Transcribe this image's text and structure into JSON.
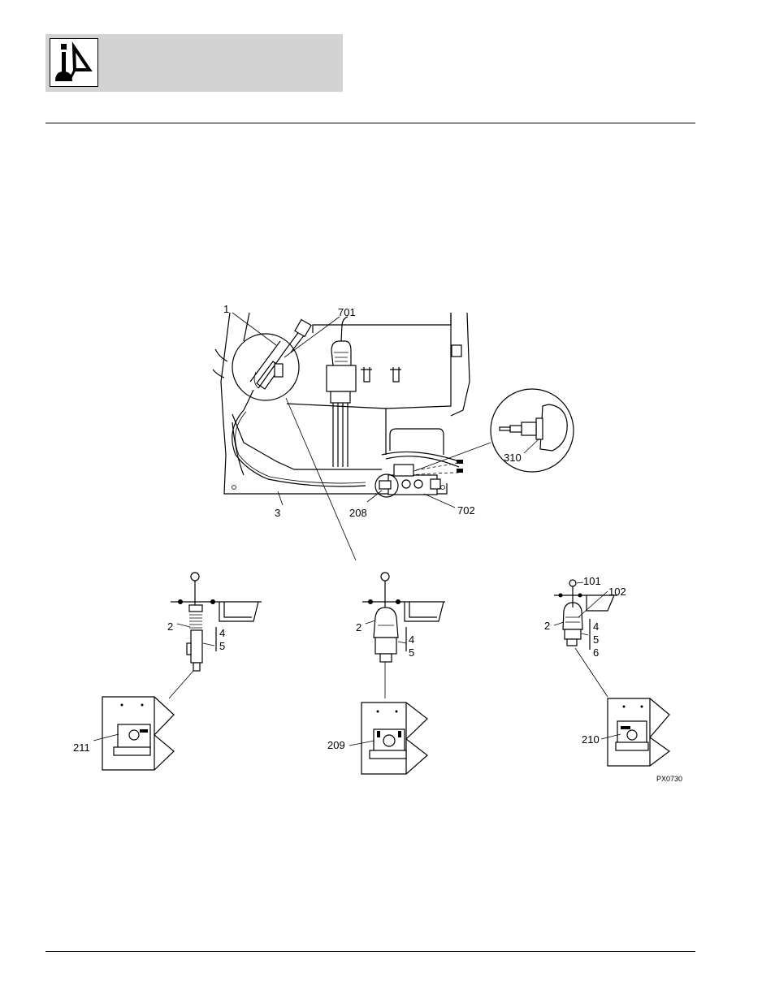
{
  "header": {
    "logo_icon": "joystick-control-icon",
    "background": "#d3d3d3"
  },
  "figure": {
    "id": "PX0730",
    "callouts": {
      "c1": "1",
      "c701": "701",
      "c310": "310",
      "c3": "3",
      "c208": "208",
      "c702": "702",
      "left_2": "2",
      "left_4": "4",
      "left_5": "5",
      "left_211": "211",
      "mid_2": "2",
      "mid_4": "4",
      "mid_5": "5",
      "mid_209": "209",
      "right_101": "101",
      "right_102": "102",
      "right_2": "2",
      "right_4": "4",
      "right_5": "5",
      "right_6": "6",
      "right_210": "210"
    }
  }
}
